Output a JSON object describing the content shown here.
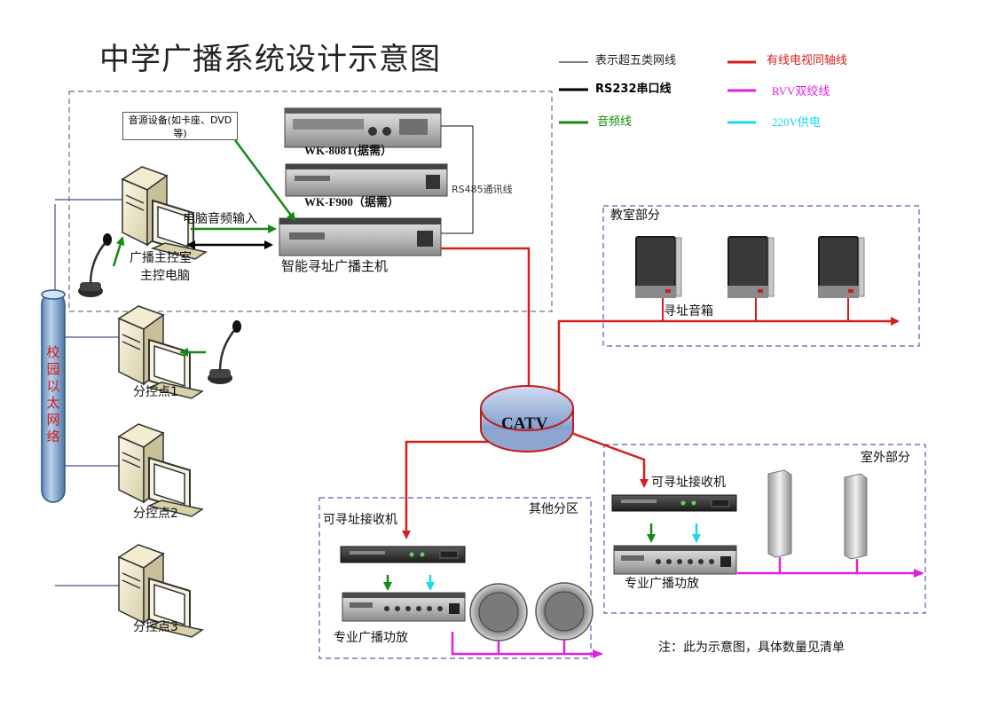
{
  "title": "中学广播系统设计示意图",
  "legend": [
    {
      "label": "表示超五类网线",
      "color": "#555555",
      "label_color": "#222222"
    },
    {
      "label": "RS232串口线",
      "color": "#000000",
      "label_color": "#000000"
    },
    {
      "label": "音频线",
      "color": "#138a13",
      "label_color": "#138a13"
    },
    {
      "label": "有线电视同轴线",
      "color": "#d51f1f",
      "label_color": "#d51f1f"
    },
    {
      "label": "RVV双绞线",
      "color": "#e021e0",
      "label_color": "#e021e0"
    },
    {
      "label": "220V供电",
      "color": "#19d9ea",
      "label_color": "#19d9ea"
    }
  ],
  "control_room": {
    "source_device": "音源设备(如卡座、DVD等)",
    "wk808t": "WK-808T(据需）",
    "wkf900": "WK-F900（据需）",
    "rs485": "RS485通讯线",
    "pc_audio_input": "电脑音频输入",
    "main_pc_line1": "广播主控室",
    "main_pc_line2": "主控电脑",
    "host": "智能寻址广播主机"
  },
  "network": {
    "bus_label": "校园以太网络",
    "sub1": "分控点1",
    "sub2": "分控点2",
    "sub3": "分控点3"
  },
  "catv": "CATV",
  "classroom": {
    "title": "教室部分",
    "speaker_label": "寻址音箱"
  },
  "other_zone": {
    "title": "其他分区",
    "receiver": "可寻址接收机",
    "amplifier": "专业广播功放"
  },
  "outdoor": {
    "title": "室外部分",
    "receiver": "可寻址接收机",
    "amplifier": "专业广播功放"
  },
  "note": "注：此为示意图，具体数量见清单"
}
